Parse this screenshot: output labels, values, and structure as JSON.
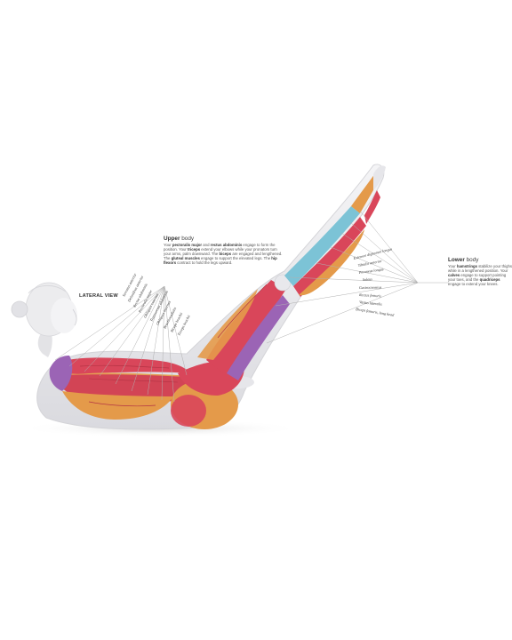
{
  "view_label": "LATERAL VIEW",
  "upper": {
    "title_bold": "Upper",
    "title_rest": " body",
    "segments": [
      {
        "t": "Your ",
        "b": false
      },
      {
        "t": "pectoralis major",
        "b": true
      },
      {
        "t": " and ",
        "b": false
      },
      {
        "t": "rectus abdominis",
        "b": true
      },
      {
        "t": " engage to form the position. Your ",
        "b": false
      },
      {
        "t": "triceps",
        "b": true
      },
      {
        "t": " extend your elbows while your pronators turn your arms, palm downward. The ",
        "b": false
      },
      {
        "t": "biceps",
        "b": true
      },
      {
        "t": " are engaged and lengthened. The ",
        "b": false
      },
      {
        "t": "gluteal muscles",
        "b": true
      },
      {
        "t": " engage to support the elevated legs. The ",
        "b": false
      },
      {
        "t": "hip flexors",
        "b": true
      },
      {
        "t": " contract to hold the legs upward.",
        "b": false
      }
    ],
    "labels": [
      "Serratus anterior",
      "Deltoideus anterior",
      "Rectus abdominis",
      "Pectoralis major",
      "Obliquus externus",
      "Transversus abdominis",
      "Obliquus internus",
      "Brachioradialis",
      "Biceps brachii",
      "Triceps brachii"
    ]
  },
  "lower": {
    "title_bold": "Lower",
    "title_rest": " body",
    "segments": [
      {
        "t": "Your ",
        "b": false
      },
      {
        "t": "hamstrings",
        "b": true
      },
      {
        "t": " stabilize your thighs while in a lengthened position. Your ",
        "b": false
      },
      {
        "t": "calves",
        "b": true
      },
      {
        "t": " engage to support pointing your toes, and the ",
        "b": false
      },
      {
        "t": "quadriceps",
        "b": true
      },
      {
        "t": " engage to extend your knees.",
        "b": false
      }
    ],
    "labels": [
      "Extensor digitorum longus",
      "Tibialis anterior",
      "Peroneus longus",
      "Soleus",
      "Gastrocnemius",
      "Rectus femoris",
      "Vastus lateralis",
      "Biceps femoris, long head"
    ]
  },
  "colors": {
    "muscle_red": "#d9465a",
    "tendon_orange": "#e49a4a",
    "deep_purple": "#9b64b5",
    "shin_blue": "#7cc3d6",
    "body_shell": "#e7e7ea",
    "leader_line": "#b0b0b0"
  }
}
